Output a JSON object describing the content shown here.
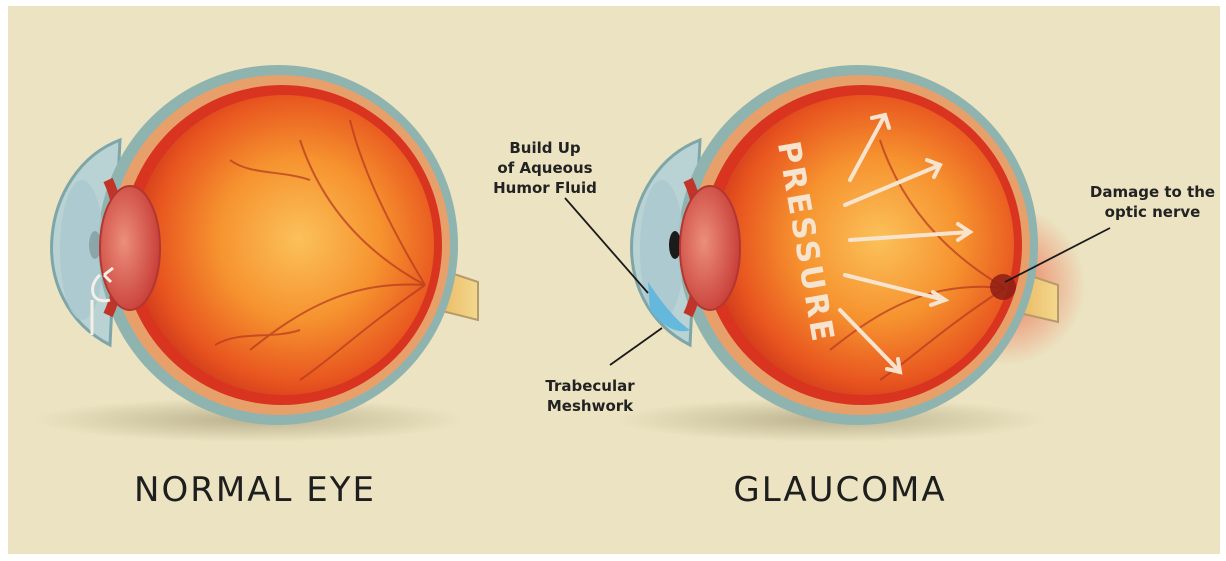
{
  "titles": {
    "normal": "NORMAL EYE",
    "glaucoma": "GLAUCOMA"
  },
  "labels": {
    "aqueous_line1": "Build Up",
    "aqueous_line2": "of Aqueous",
    "aqueous_line3": "Humor Fluid",
    "trabecular_line1": "Trabecular",
    "trabecular_line2": "Meshwork",
    "damage_line1": "Damage to the",
    "damage_line2": "optic nerve",
    "pressure": "PRESSURE"
  },
  "colors": {
    "background": "#ebe3c1",
    "sclera": "#8fb3ae",
    "choroid": "#e8a06a",
    "retina": "#d8341f",
    "vitreous_center": "#fbb84e",
    "lens": "#d9564d",
    "aqueous_buildup": "#5bb6dd",
    "nerve_damage_glow": "#f0462a",
    "arrow": "#f7e4cf"
  }
}
